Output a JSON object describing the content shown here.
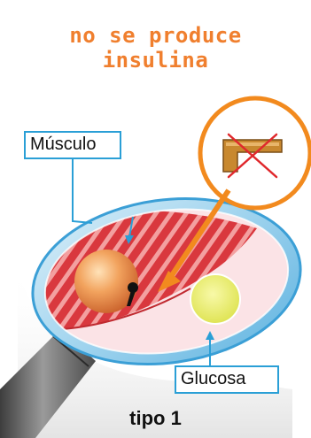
{
  "title": {
    "line1": "no se produce",
    "line2": "insulina"
  },
  "labels": {
    "muscle": "Músculo",
    "glucose": "Glucosa"
  },
  "bottom_label": "tipo 1",
  "colors": {
    "title": "#f07f2e",
    "callout_orange": "#f28a1e",
    "label_border": "#2a9fd6",
    "muscle_stripes": "#d9383e",
    "glucose": "#eef07a",
    "cell_ball": "#f2a35e"
  }
}
